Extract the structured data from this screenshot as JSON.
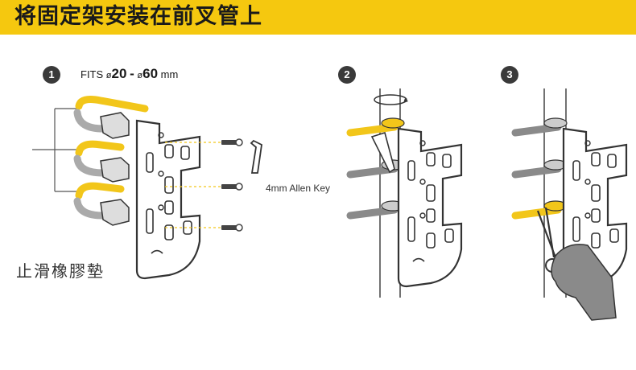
{
  "header": {
    "title": "将固定架安装在前叉管上"
  },
  "steps": [
    "1",
    "2",
    "3"
  ],
  "fits": {
    "prefix": "FITS",
    "dia_symbol": "ø",
    "min": "20",
    "sep": "-",
    "max": "60",
    "unit": "mm"
  },
  "tool_label": "4mm Allen Key",
  "pad_label": "止滑橡膠墊",
  "colors": {
    "accent": "#f5c80f",
    "strap_yellow": "#f2c61a",
    "strap_gray": "#8a8a8a",
    "line": "#333333"
  }
}
